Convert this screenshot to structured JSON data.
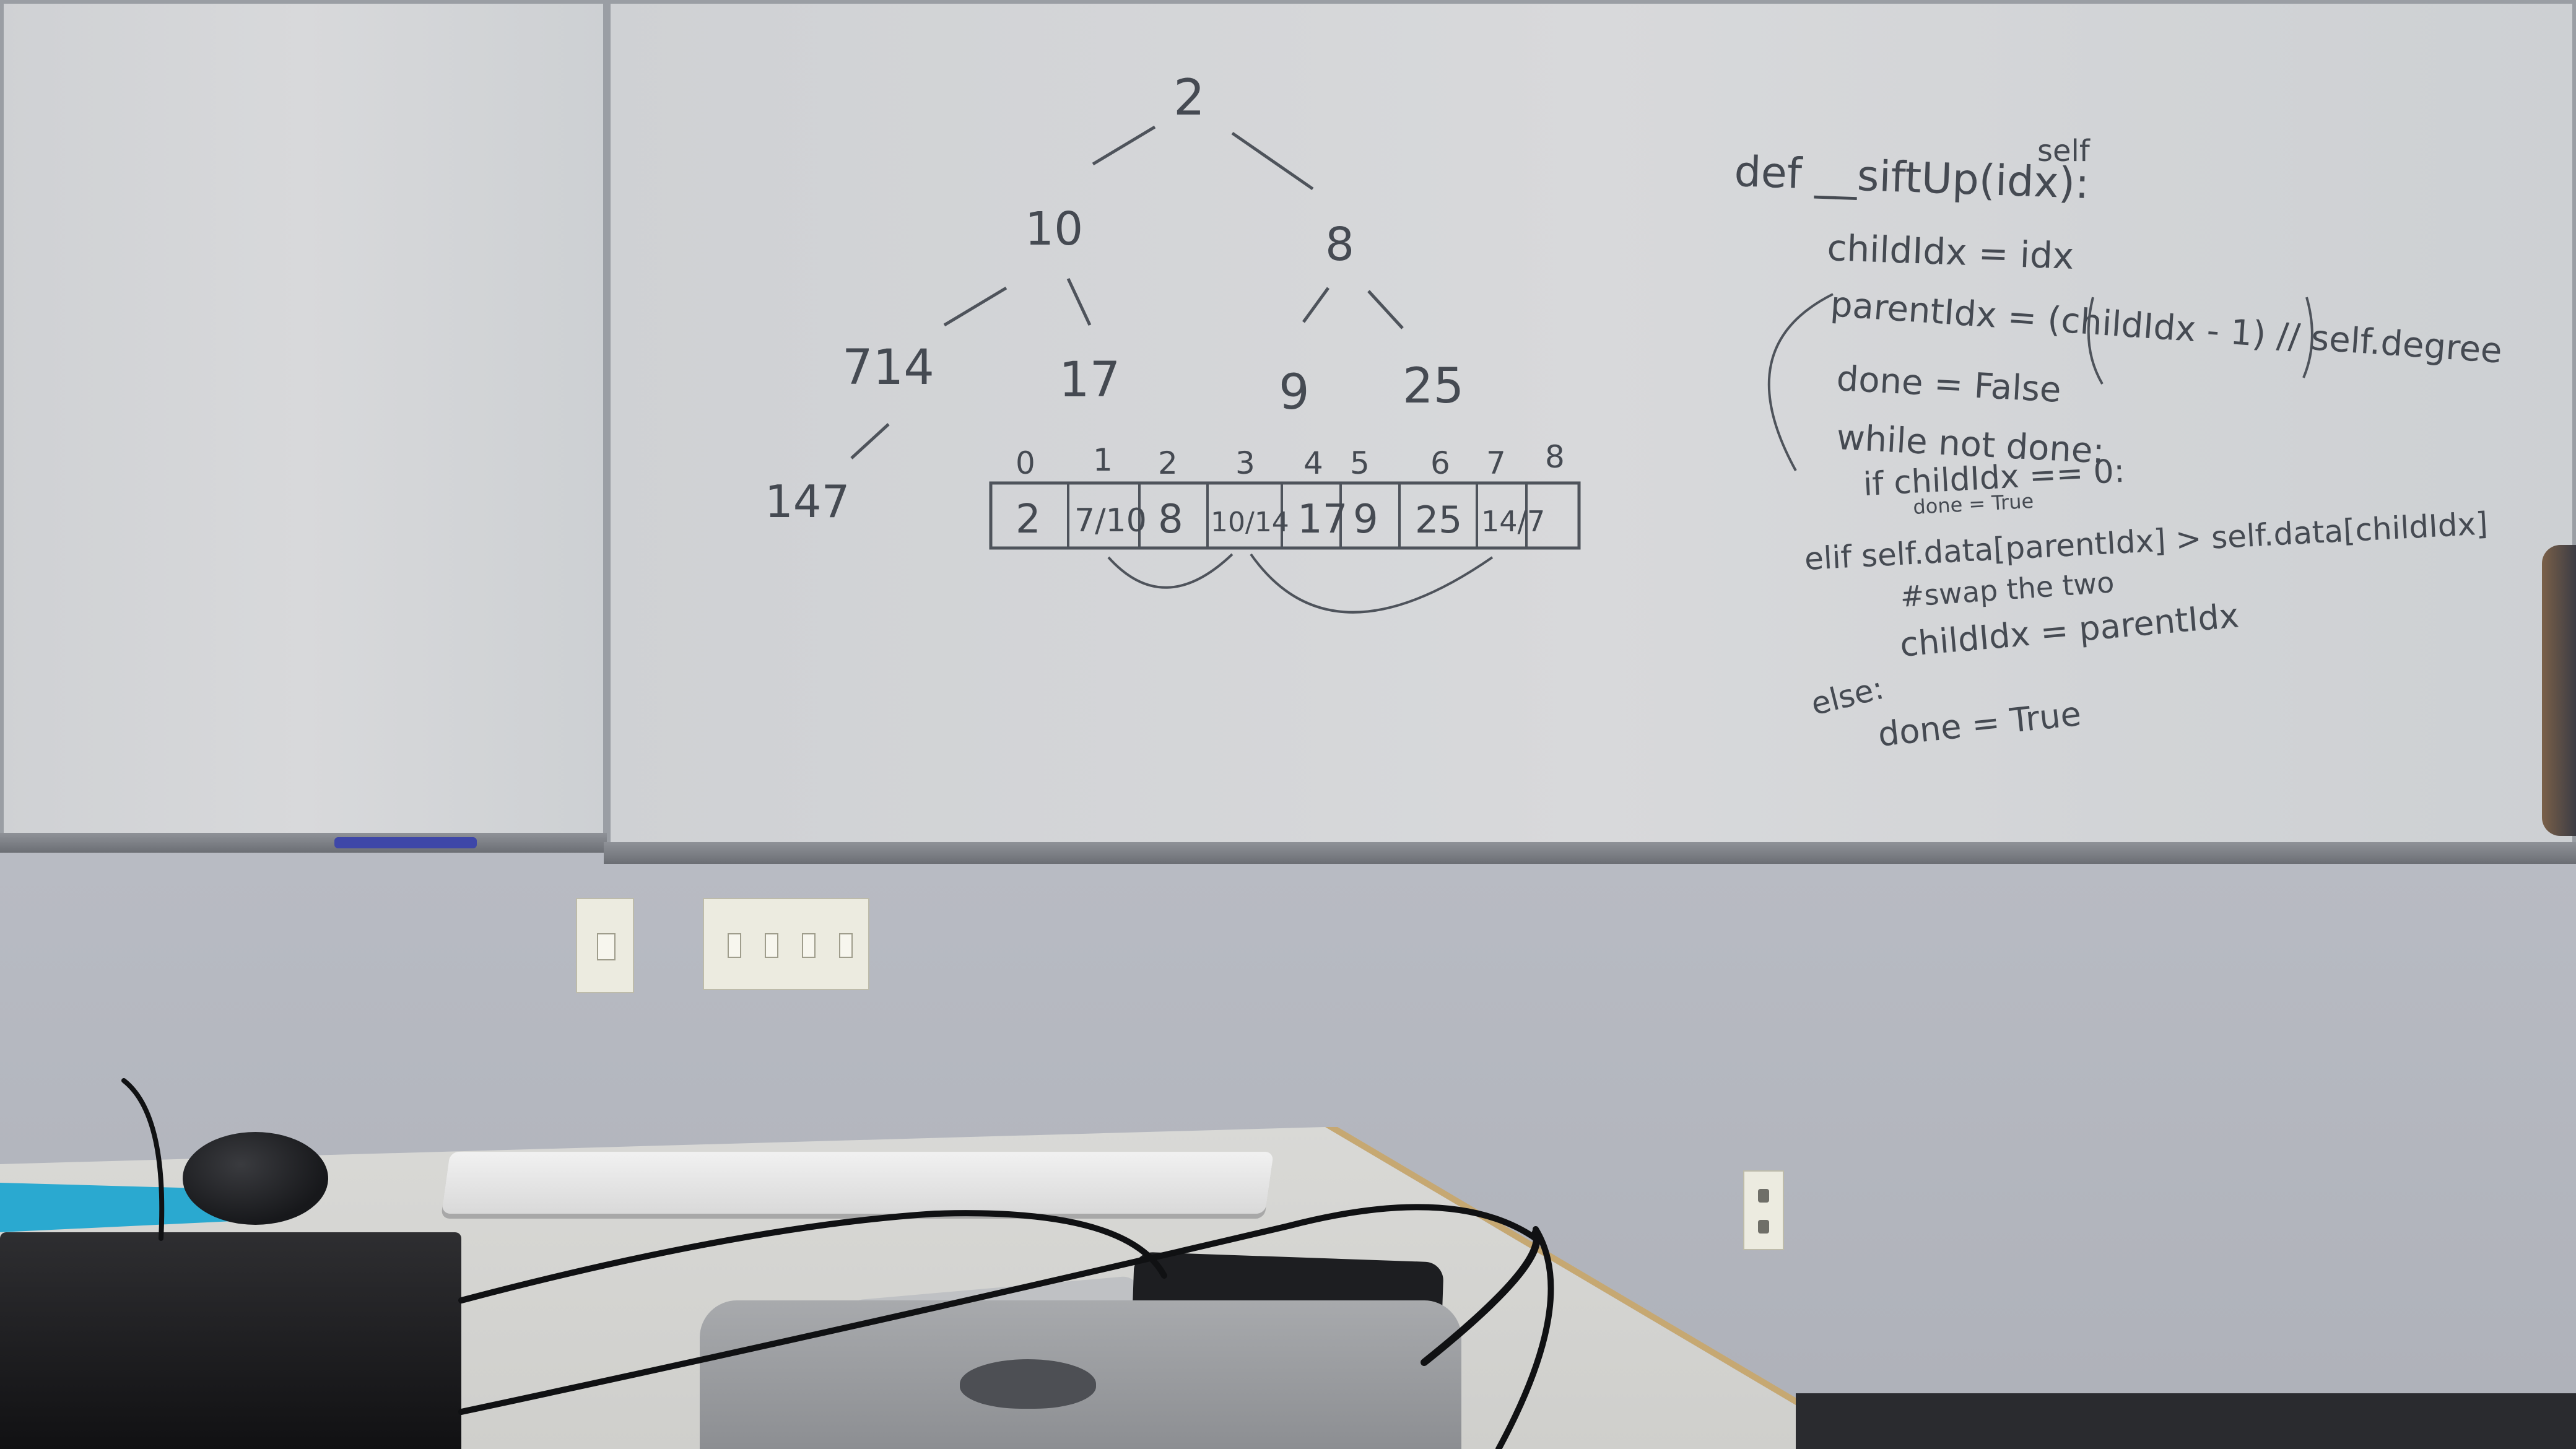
{
  "whiteboard": {
    "tree": {
      "root": "2",
      "level1": [
        "10",
        "8"
      ],
      "level2": [
        "714",
        "17",
        "9",
        "25"
      ],
      "level3": [
        "147"
      ]
    },
    "array": {
      "indices": [
        "0",
        "1",
        "2",
        "3",
        "4",
        "5",
        "6",
        "7",
        "8"
      ],
      "cells": [
        "2",
        "7/10",
        "8",
        "10/14",
        "17",
        "9",
        "25",
        "14/7",
        ""
      ]
    },
    "code": {
      "self_note": "self",
      "def_line": "def __siftUp(idx):",
      "child_line": "childIdx = idx",
      "parent_line": "parentIdx = (childIdx - 1) // self.degree",
      "done_false": "done = False",
      "while_line": "while not done:",
      "if_line": "if childIdx == 0:",
      "if_body": "done = True",
      "elif_line": "elif self.data[parentIdx] > self.data[childIdx]",
      "swap_comment": "#swap the two",
      "child_assign": "childIdx = parentIdx",
      "else_line": "else:",
      "else_body": "done = True"
    }
  },
  "colors": {
    "ink": "#454a52",
    "board": "#d8d9db",
    "wall": "#b9bcc4",
    "desk": "#d9d9d6"
  },
  "objects": {
    "icons": [
      "light-switch-icon",
      "quad-switch-icon",
      "power-outlet-icon",
      "apple-logo-icon"
    ]
  }
}
